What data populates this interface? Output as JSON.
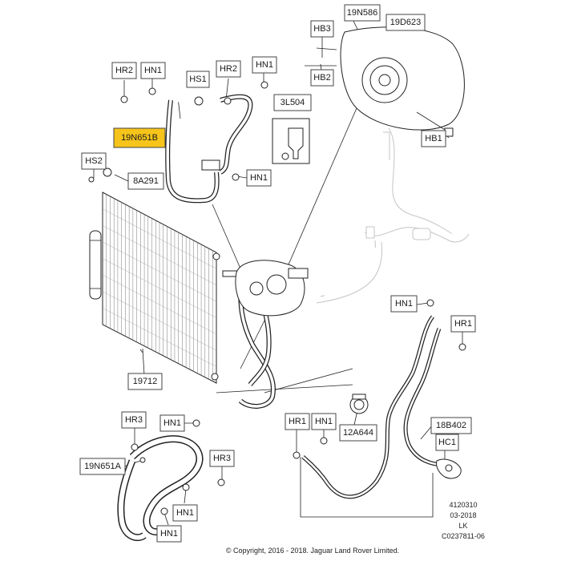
{
  "labels": {
    "hr2_a": "HR2",
    "hn1_a": "HN1",
    "hs1": "HS1",
    "hr2_b": "HR2",
    "hn1_b": "HN1",
    "hb3": "HB3",
    "n19n586": "19N586",
    "n19d623": "19D623",
    "hb2": "HB2",
    "n3l504": "3L504",
    "hb1": "HB1",
    "n19n651b": "19N651B",
    "hs2": "HS2",
    "n8a291": "8A291",
    "hn1_c": "HN1",
    "hn1_d": "HN1",
    "hr1_a": "HR1",
    "n19712": "19712",
    "hr3_a": "HR3",
    "hn1_e": "HN1",
    "hr1_b": "HR1",
    "hn1_f": "HN1",
    "n18b402": "18B402",
    "n12a644": "12A644",
    "hc1": "HC1",
    "n19n651a": "19N651A",
    "hr3_b": "HR3",
    "hn1_g": "HN1",
    "hn1_h": "HN1"
  },
  "footer": {
    "code1": "4120310",
    "date": "03-2018",
    "initials": "LK",
    "ref": "C0237811-06",
    "copyright": "© Copyright, 2016 - 2018. Jaguar Land Rover Limited."
  },
  "colors": {
    "highlight": "#f6c41a"
  }
}
